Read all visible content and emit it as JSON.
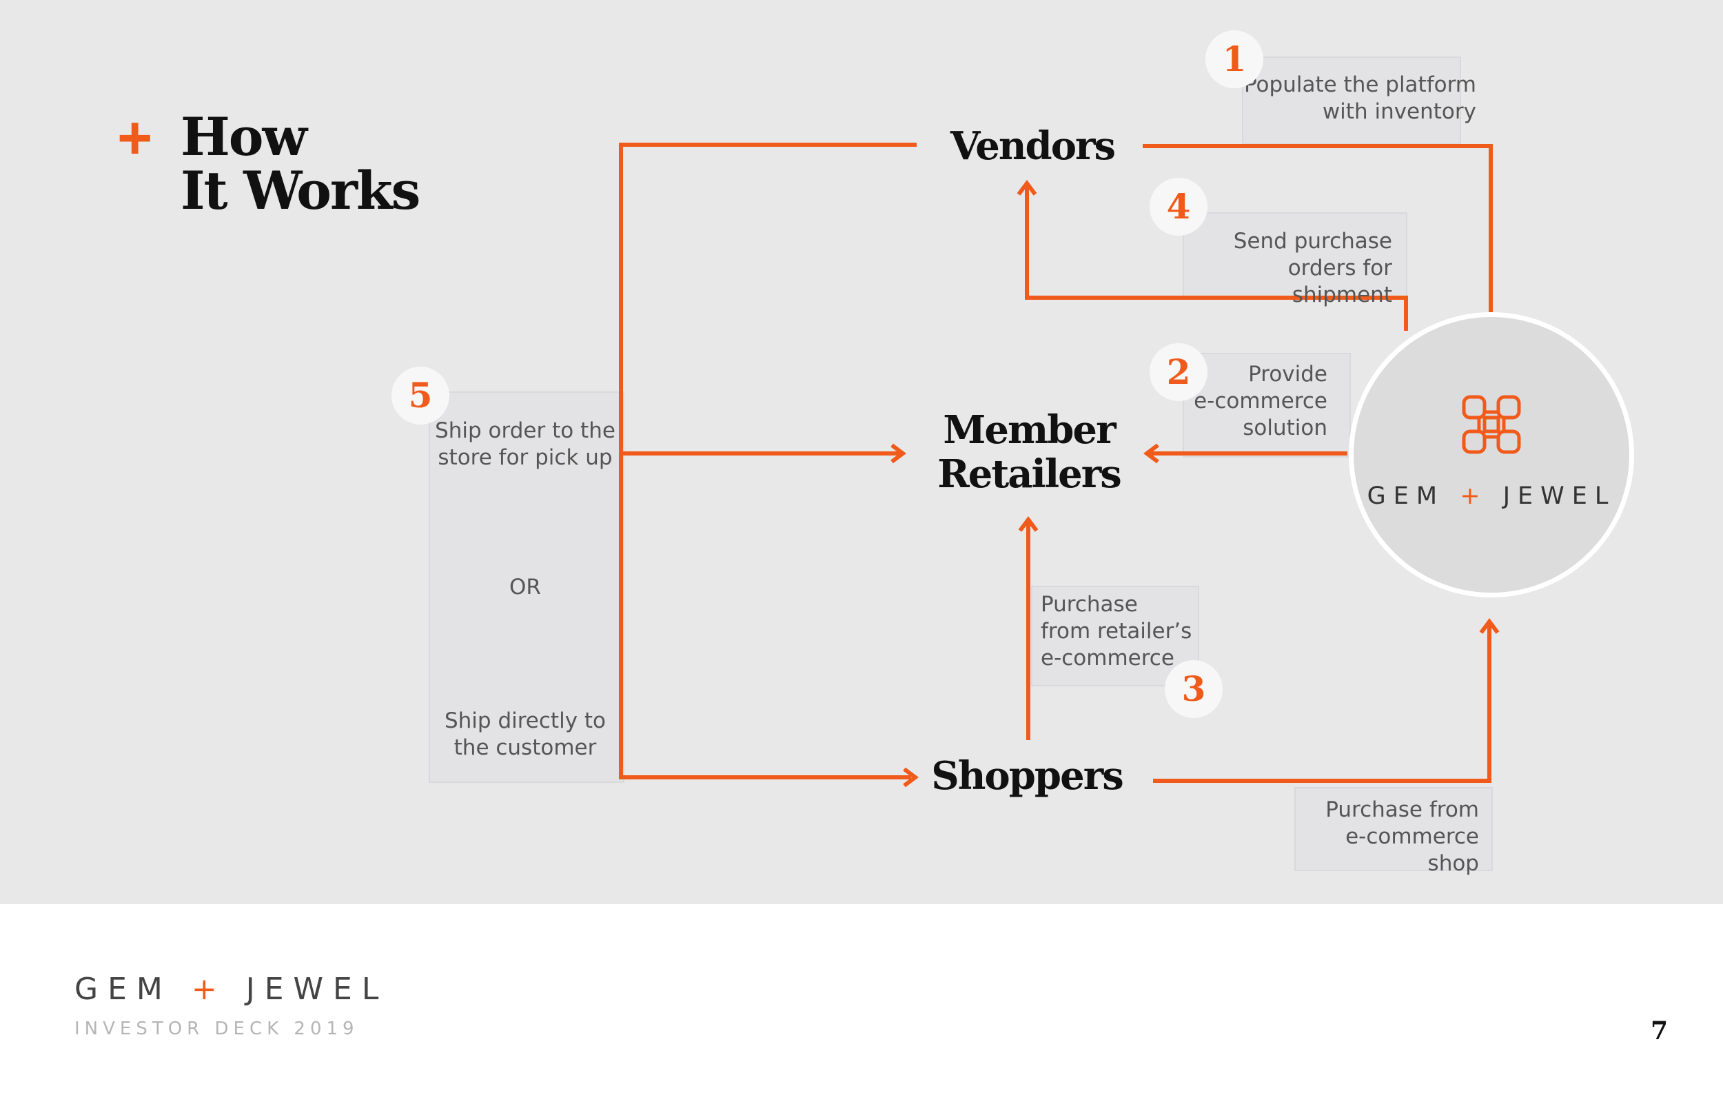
{
  "title": {
    "line1": "How",
    "line2": "It Works"
  },
  "nodes": {
    "vendors": "Vendors",
    "member_retailers_line1": "Member",
    "member_retailers_line2": "Retailers",
    "shoppers": "Shoppers"
  },
  "steps": [
    {
      "number": "1",
      "line1": "Populate the platform",
      "line2": "with inventory"
    },
    {
      "number": "2",
      "line1": "Provide",
      "line2": "e-commerce",
      "line3": "solution"
    },
    {
      "number": "3",
      "line1": "Purchase",
      "line2": "from retailer’s",
      "line3": "e-commerce"
    },
    {
      "number": "4",
      "line1": "Send purchase",
      "line2": "orders for shipment"
    },
    {
      "number": "5",
      "line1": "Ship order to the",
      "line2": "store for pick up",
      "or": "OR",
      "line3": "Ship directly to",
      "line4": "the customer"
    }
  ],
  "shop_purchase": {
    "line1": "Purchase from",
    "line2": "e-commerce shop"
  },
  "hub": {
    "brand_left": "GEM",
    "brand_plus": "+",
    "brand_right": "JEWEL"
  },
  "footer": {
    "brand_left": "GEM",
    "brand_plus": "+",
    "brand_right": "JEWEL",
    "subtitle": "INVESTOR DECK 2019",
    "page_number": "7"
  },
  "colors": {
    "accent": "#f05a1a",
    "background": "#e8e8e9",
    "text": "#111111"
  },
  "icons": {
    "hub_logo": "gem-jewel-knot-icon",
    "title_marker": "plus-icon"
  }
}
